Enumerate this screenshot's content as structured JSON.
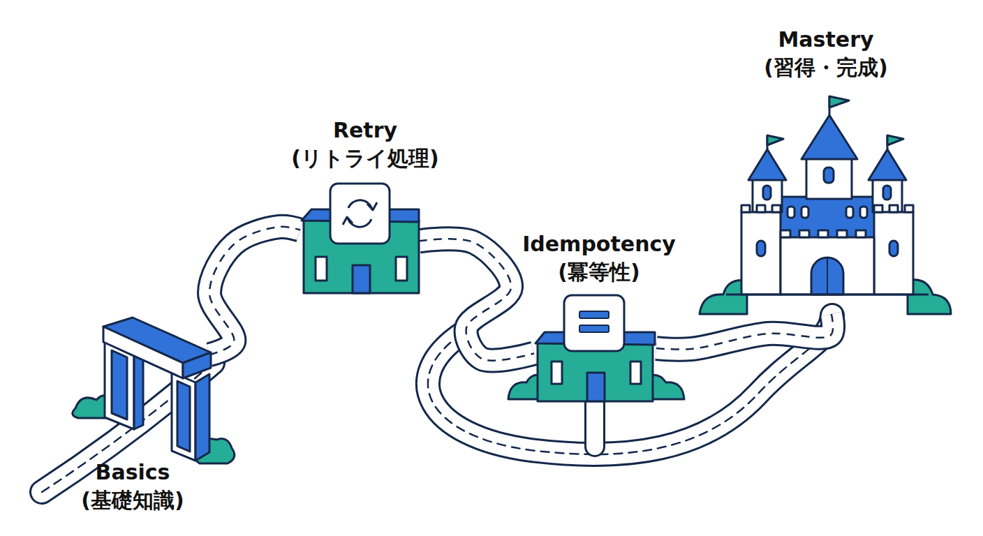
{
  "diagram": {
    "nodes": [
      {
        "text": [
          "Basics",
          "(基礎知識)"
        ]
      },
      {
        "text": [
          "Retry",
          "(リトライ処理)"
        ]
      },
      {
        "text": [
          "Idempotency",
          "(冪等性)"
        ]
      },
      {
        "text": [
          "Mastery",
          "(習得・完成)"
        ]
      }
    ],
    "edges": [
      {
        "from": 0,
        "to": 1,
        "arrow": "none"
      },
      {
        "from": 1,
        "to": 2,
        "arrow": "none"
      },
      {
        "from": 2,
        "to": 3,
        "arrow": "none"
      }
    ]
  }
}
